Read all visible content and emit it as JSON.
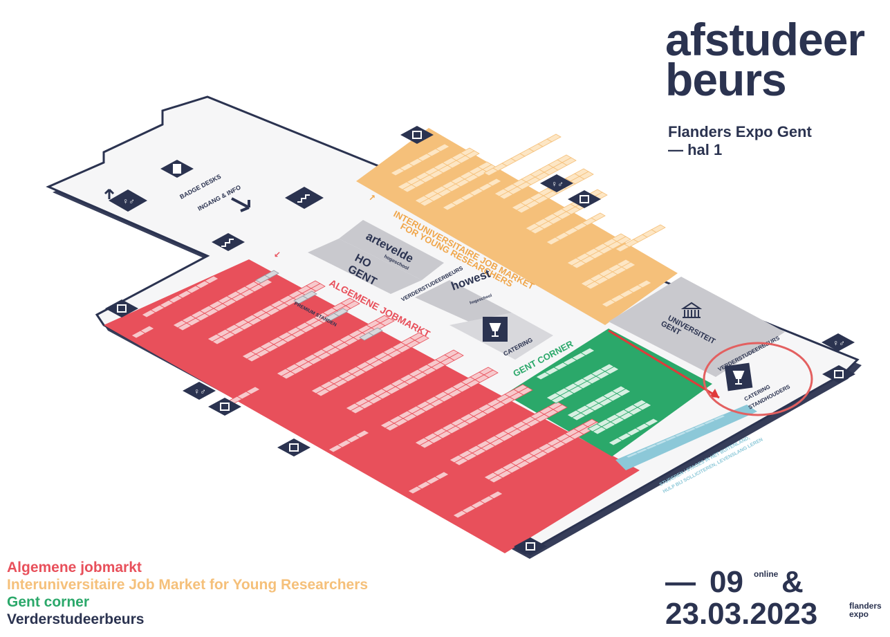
{
  "header": {
    "title_line1": "afstudeer",
    "title_line2": "beurs",
    "venue_line1": "Flanders Expo Gent",
    "venue_line2": "— hal 1"
  },
  "zones": {
    "jobmarkt": "ALGEMENE JOBMARKT",
    "researchers_line1": "INTERUNIVERSITAIRE JOB MARKET",
    "researchers_line2": "FOR YOUNG RESEARCHERS",
    "gent_corner": "GENT CORNER",
    "verderstudeerbeurs": "VERDERSTUDEERBEURS",
    "verderstudeerbeurs_2": "VERDERSTUDEERBEURS",
    "premium": "PREMIUM STANDEN",
    "badge_desks": "BADGE DESKS",
    "ingang": "INGANG & INFO",
    "catering": "CATERING",
    "catering_standhouders_1": "CATERING",
    "catering_standhouders_2": "STANDHOUDERS",
    "ugent_1": "UNIVERSITEIT",
    "ugent_2": "GENT",
    "arteveld": "artevelde",
    "arteveld_sub": "hogeschool",
    "hogent_1": "HO",
    "hogent_2": "GENT",
    "howest": "howest",
    "howest_sub": "hogeschool",
    "studeren_line1": "STUDEREN / STAGES IN HET BUITENLAND,",
    "studeren_line2": "HULP BIJ SOLLICITEREN, LEVENSLANG LEREN"
  },
  "legend": {
    "jobmarkt": "Algemene jobmarkt",
    "researchers": "Interuniversitaire Job Market for Young Researchers",
    "gent_corner": "Gent corner",
    "verderstudeer": "Verderstudeerbeurs"
  },
  "dates": {
    "dash": "—",
    "day1": "09",
    "online": "online",
    "amp": "&",
    "date2": "23.03.2023",
    "organizer_1": "flanders",
    "organizer_2": "expo"
  },
  "colors": {
    "navy": "#2b3350",
    "red": "#e8505b",
    "orange": "#f5c07a",
    "green": "#2ba86a",
    "gray": "#c9c9ce",
    "light_blue": "#8cc8d8",
    "highlight": "#e03a3a"
  },
  "icons": [
    "id-badge-icon",
    "stairs-icon",
    "toilet-icon",
    "exit-icon",
    "arrow-down-icon",
    "catering-glass-icon",
    "university-building-icon"
  ]
}
